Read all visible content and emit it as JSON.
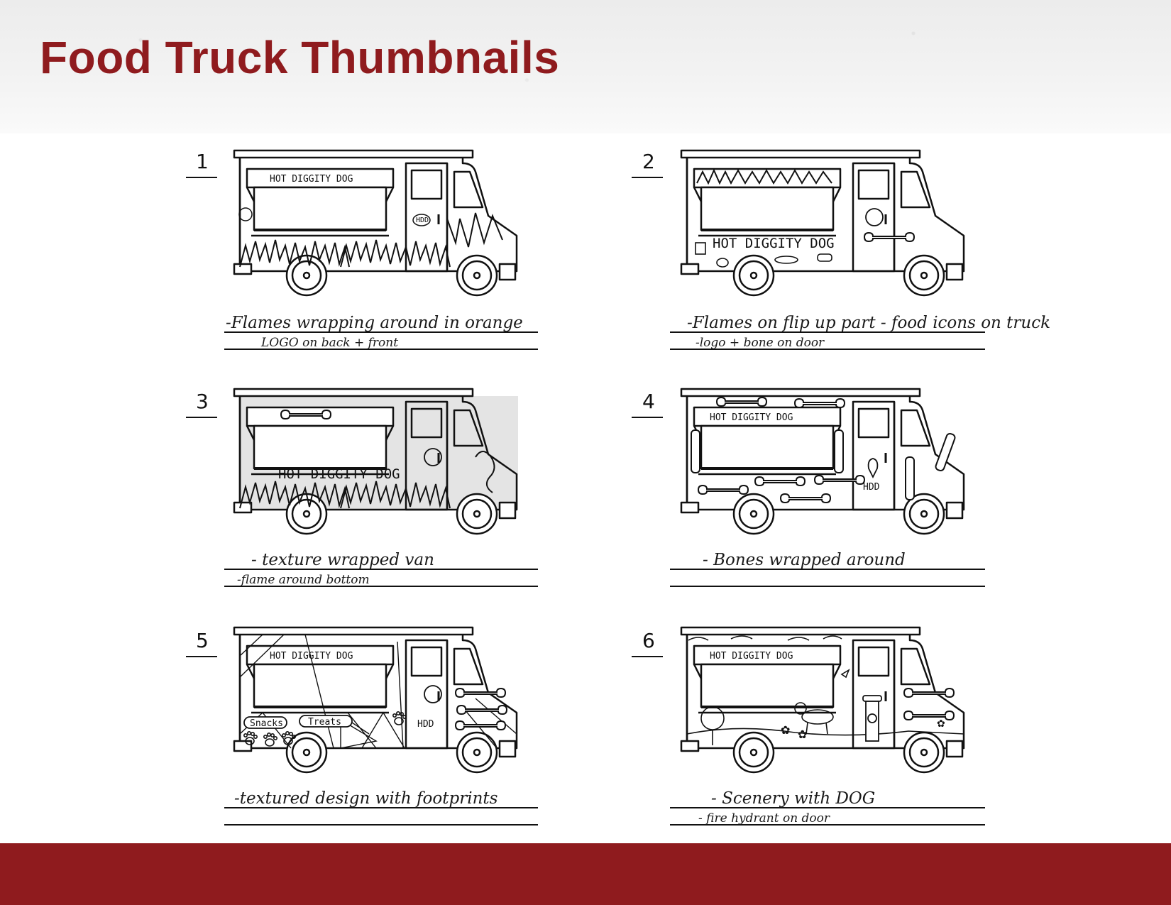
{
  "header": {
    "title": "Food Truck Thumbnails"
  },
  "colors": {
    "brand": "#8f1b1e",
    "ink": "#111111",
    "paper": "#ffffff"
  },
  "thumbnails": [
    {
      "number": "1",
      "truck_labels": [
        "HOT DIGGITY DOG",
        "HDD"
      ],
      "notes": [
        "-Flames wrapping around in orange",
        "LOGO on back + front"
      ]
    },
    {
      "number": "2",
      "truck_labels": [
        "HOT DIGGITY DOG"
      ],
      "notes": [
        "-Flames on flip up part   - food icons on truck",
        "-logo + bone on door"
      ]
    },
    {
      "number": "3",
      "truck_labels": [
        "HOT DIGGITY DOG"
      ],
      "notes": [
        "- texture wrapped van",
        "-flame around bottom"
      ]
    },
    {
      "number": "4",
      "truck_labels": [
        "HOT DIGGITY DOG",
        "HDD"
      ],
      "notes": [
        "- Bones wrapped around",
        ""
      ]
    },
    {
      "number": "5",
      "truck_labels": [
        "HOT DIGGITY DOG",
        "Snacks",
        "Treats",
        "HDD"
      ],
      "notes": [
        "-textured design with footprints",
        ""
      ]
    },
    {
      "number": "6",
      "truck_labels": [
        "HOT DIGGITY DOG"
      ],
      "notes": [
        "- Scenery with DOG",
        "- fire hydrant on door"
      ]
    }
  ]
}
